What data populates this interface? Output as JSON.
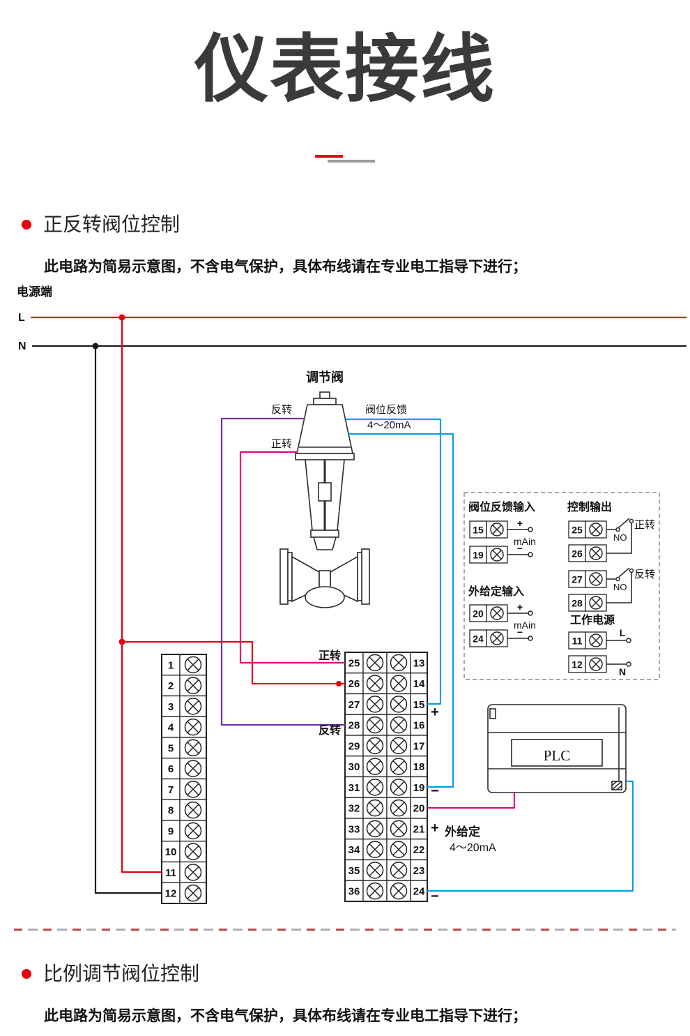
{
  "title": "仪表接线",
  "section1": {
    "heading": "正反转阀位控制",
    "note": "此电路为简易示意图，不含电气保护，具体布线请在专业电工指导下进行；"
  },
  "section2": {
    "heading": "比例调节阀位控制",
    "note": "此电路为简易示意图，不含电气保护，具体布线请在专业电工指导下进行；"
  },
  "power": {
    "label": "电源端",
    "l": "L",
    "n": "N"
  },
  "valve": {
    "label": "调节阀",
    "reverse": "反转",
    "forward": "正转",
    "feedback": "阀位反馈",
    "feedback_range": "4～20mA"
  },
  "strips": {
    "left": [
      "1",
      "2",
      "3",
      "4",
      "5",
      "6",
      "7",
      "8",
      "9",
      "10",
      "11",
      "12"
    ],
    "mid_left": [
      "25",
      "26",
      "27",
      "28",
      "29",
      "30",
      "31",
      "32",
      "33",
      "34",
      "35",
      "36"
    ],
    "mid_right": [
      "13",
      "14",
      "15",
      "16",
      "17",
      "18",
      "19",
      "20",
      "21",
      "22",
      "23",
      "24"
    ]
  },
  "strip_labels": {
    "forward": "正转",
    "reverse": "反转",
    "plus": "+",
    "minus": "−",
    "external": "外给定",
    "external_range": "4～20mA"
  },
  "plc": {
    "label": "PLC"
  },
  "info": {
    "feedback_title": "阀位反馈输入",
    "control_title": "控制输出",
    "external_title": "外给定输入",
    "power_title": "工作电源",
    "terminals": [
      "15",
      "19",
      "20",
      "24",
      "25",
      "26",
      "27",
      "28",
      "11",
      "12"
    ],
    "main": "mAin",
    "no": "NO",
    "forward": "正转",
    "reverse": "反转",
    "plus": "+",
    "minus": "−",
    "l": "L",
    "n": "N"
  },
  "colors": {
    "line_l": "#e60012",
    "line_n": "#1a1a1a",
    "forward_wire": "#e5007f",
    "reverse_wire": "#7030a0",
    "feedback_wire": "#00a0e9",
    "accent": "#e60012"
  }
}
